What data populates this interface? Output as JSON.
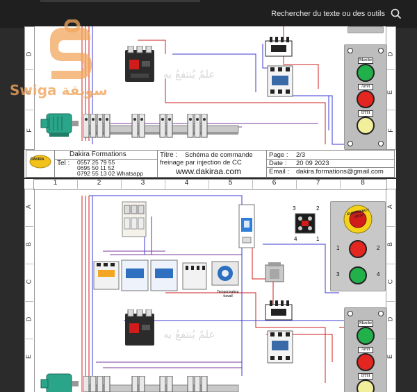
{
  "toolbar": {
    "search_label": "Rechercher du texte ou des outils"
  },
  "sheet1": {
    "rows": [
      "D",
      "E",
      "F"
    ],
    "title_block": {
      "company": "Dakira Formations",
      "logo_text": "DAKIRA",
      "tel_label": "Tel :",
      "phone1": "0557 25 79 55",
      "phone2": "0695 50 11 52",
      "phone3": "0792 55 13 02 Whatsapp",
      "titre_label": "Titre :",
      "titre_line1": "Schéma de commande",
      "titre_line2": "freinage par injection de CC",
      "website": "www.dakiraa.com",
      "page_label": "Page :",
      "page_value": "2/3",
      "date_label": "Date :",
      "date_value": "20 09 2023",
      "email_label": "Email :",
      "email_value": "dakira.formations@gmail.com"
    },
    "buttons": {
      "marche": "Marche",
      "arret": "Arrêt",
      "dth": "DTH"
    },
    "watermark_arabic": "علمٌ يُنتفعُ به"
  },
  "sheet2": {
    "columns": [
      "1",
      "2",
      "3",
      "4",
      "5",
      "6",
      "7",
      "8"
    ],
    "rows": [
      "A",
      "B",
      "C",
      "D",
      "E"
    ],
    "emergency_label": "EMERGENCY STOP",
    "terminal_numbers": [
      "3",
      "2",
      "4",
      "1"
    ],
    "side_numbers": [
      "1",
      "2",
      "3",
      "4"
    ],
    "timer_label": "Temporisateur travail",
    "buttons": {
      "marche": "Marche",
      "arret": "Arrêt",
      "dth": "DTH"
    },
    "watermark_arabic": "علمٌ يُنتفعُ به"
  },
  "watermark": {
    "brand": "Swiga سويقة"
  },
  "colors": {
    "wire_red": "#d21c1c",
    "wire_blue": "#3a3ad6",
    "wire_purple": "#7b3a9e",
    "lamp_green": "#22b04a",
    "lamp_red": "#e3261f",
    "lamp_yellow": "#f2ef9c",
    "motor": "#2aa58a"
  }
}
